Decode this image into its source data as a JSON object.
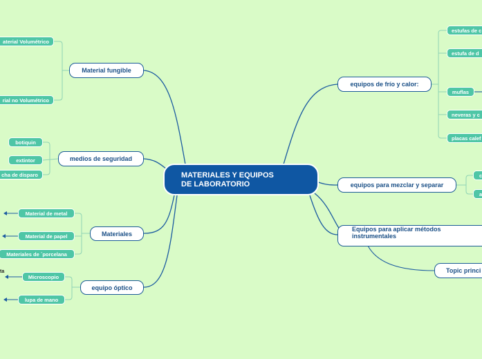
{
  "root": {
    "line1": "MATERIALES  Y EQUIPOS",
    "line2": "DE LABORATORIO"
  },
  "topics": {
    "material_fungible": "Material fungible",
    "medios_seguridad": "medios de seguridad",
    "materiales": "Materiales",
    "equipo_optico": "equipo óptico",
    "frio_calor": "equipos de frío y calor:",
    "mezclar_separar": "equipos para mezclar y separar",
    "metodos_line1": "Equipos para aplicar métodos",
    "metodos_line2": "instrumentales",
    "topic_principal": "Topic princi"
  },
  "subtopics": {
    "material_volumetrico": "aterial Volumétrico",
    "material_no_volumetrico": "rial no Volumétrico",
    "botiquin": "botiquin",
    "extintor": "extintor",
    "ducha": "cha de disparo",
    "material_metal": "Material de metal",
    "material_papel": "Material de papel",
    "materiales_porcelana": "Materiales de ´porcelana",
    "microscopio": "Microscopio",
    "lupa": "lupa de mano",
    "estufas": "estufas de c",
    "estufa_de": "estufa de d",
    "muflas": "muflas",
    "neveras": "neveras y c",
    "placas": "placas calef",
    "mezclar_c": "c",
    "mezclar_a": "a"
  },
  "notes": {
    "ta": "ta"
  },
  "colors": {
    "background": "#d9fbc7",
    "root_fill": "#0f57a3",
    "topic_border": "#1a5a96",
    "subtopic_fill": "#4ec6a6"
  }
}
